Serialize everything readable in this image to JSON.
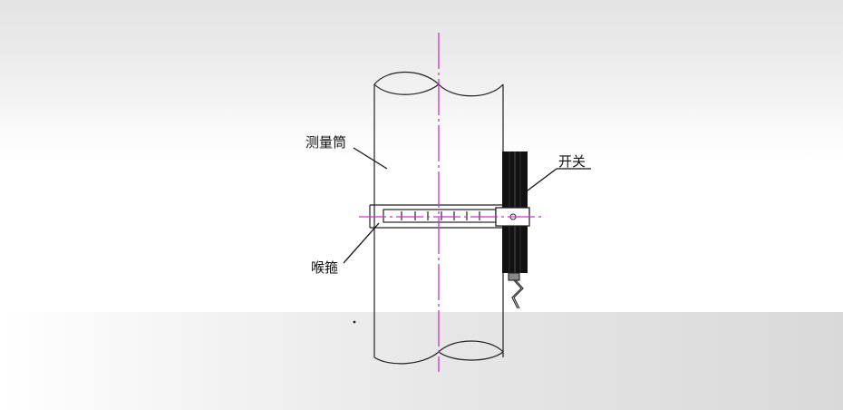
{
  "labels": {
    "measuring_tube": "测量筒",
    "switch": "开关",
    "hose_clamp": "喉箍"
  },
  "colors": {
    "centerline": "#cc33cc",
    "outline": "#222222",
    "switch_body": "#111111"
  }
}
